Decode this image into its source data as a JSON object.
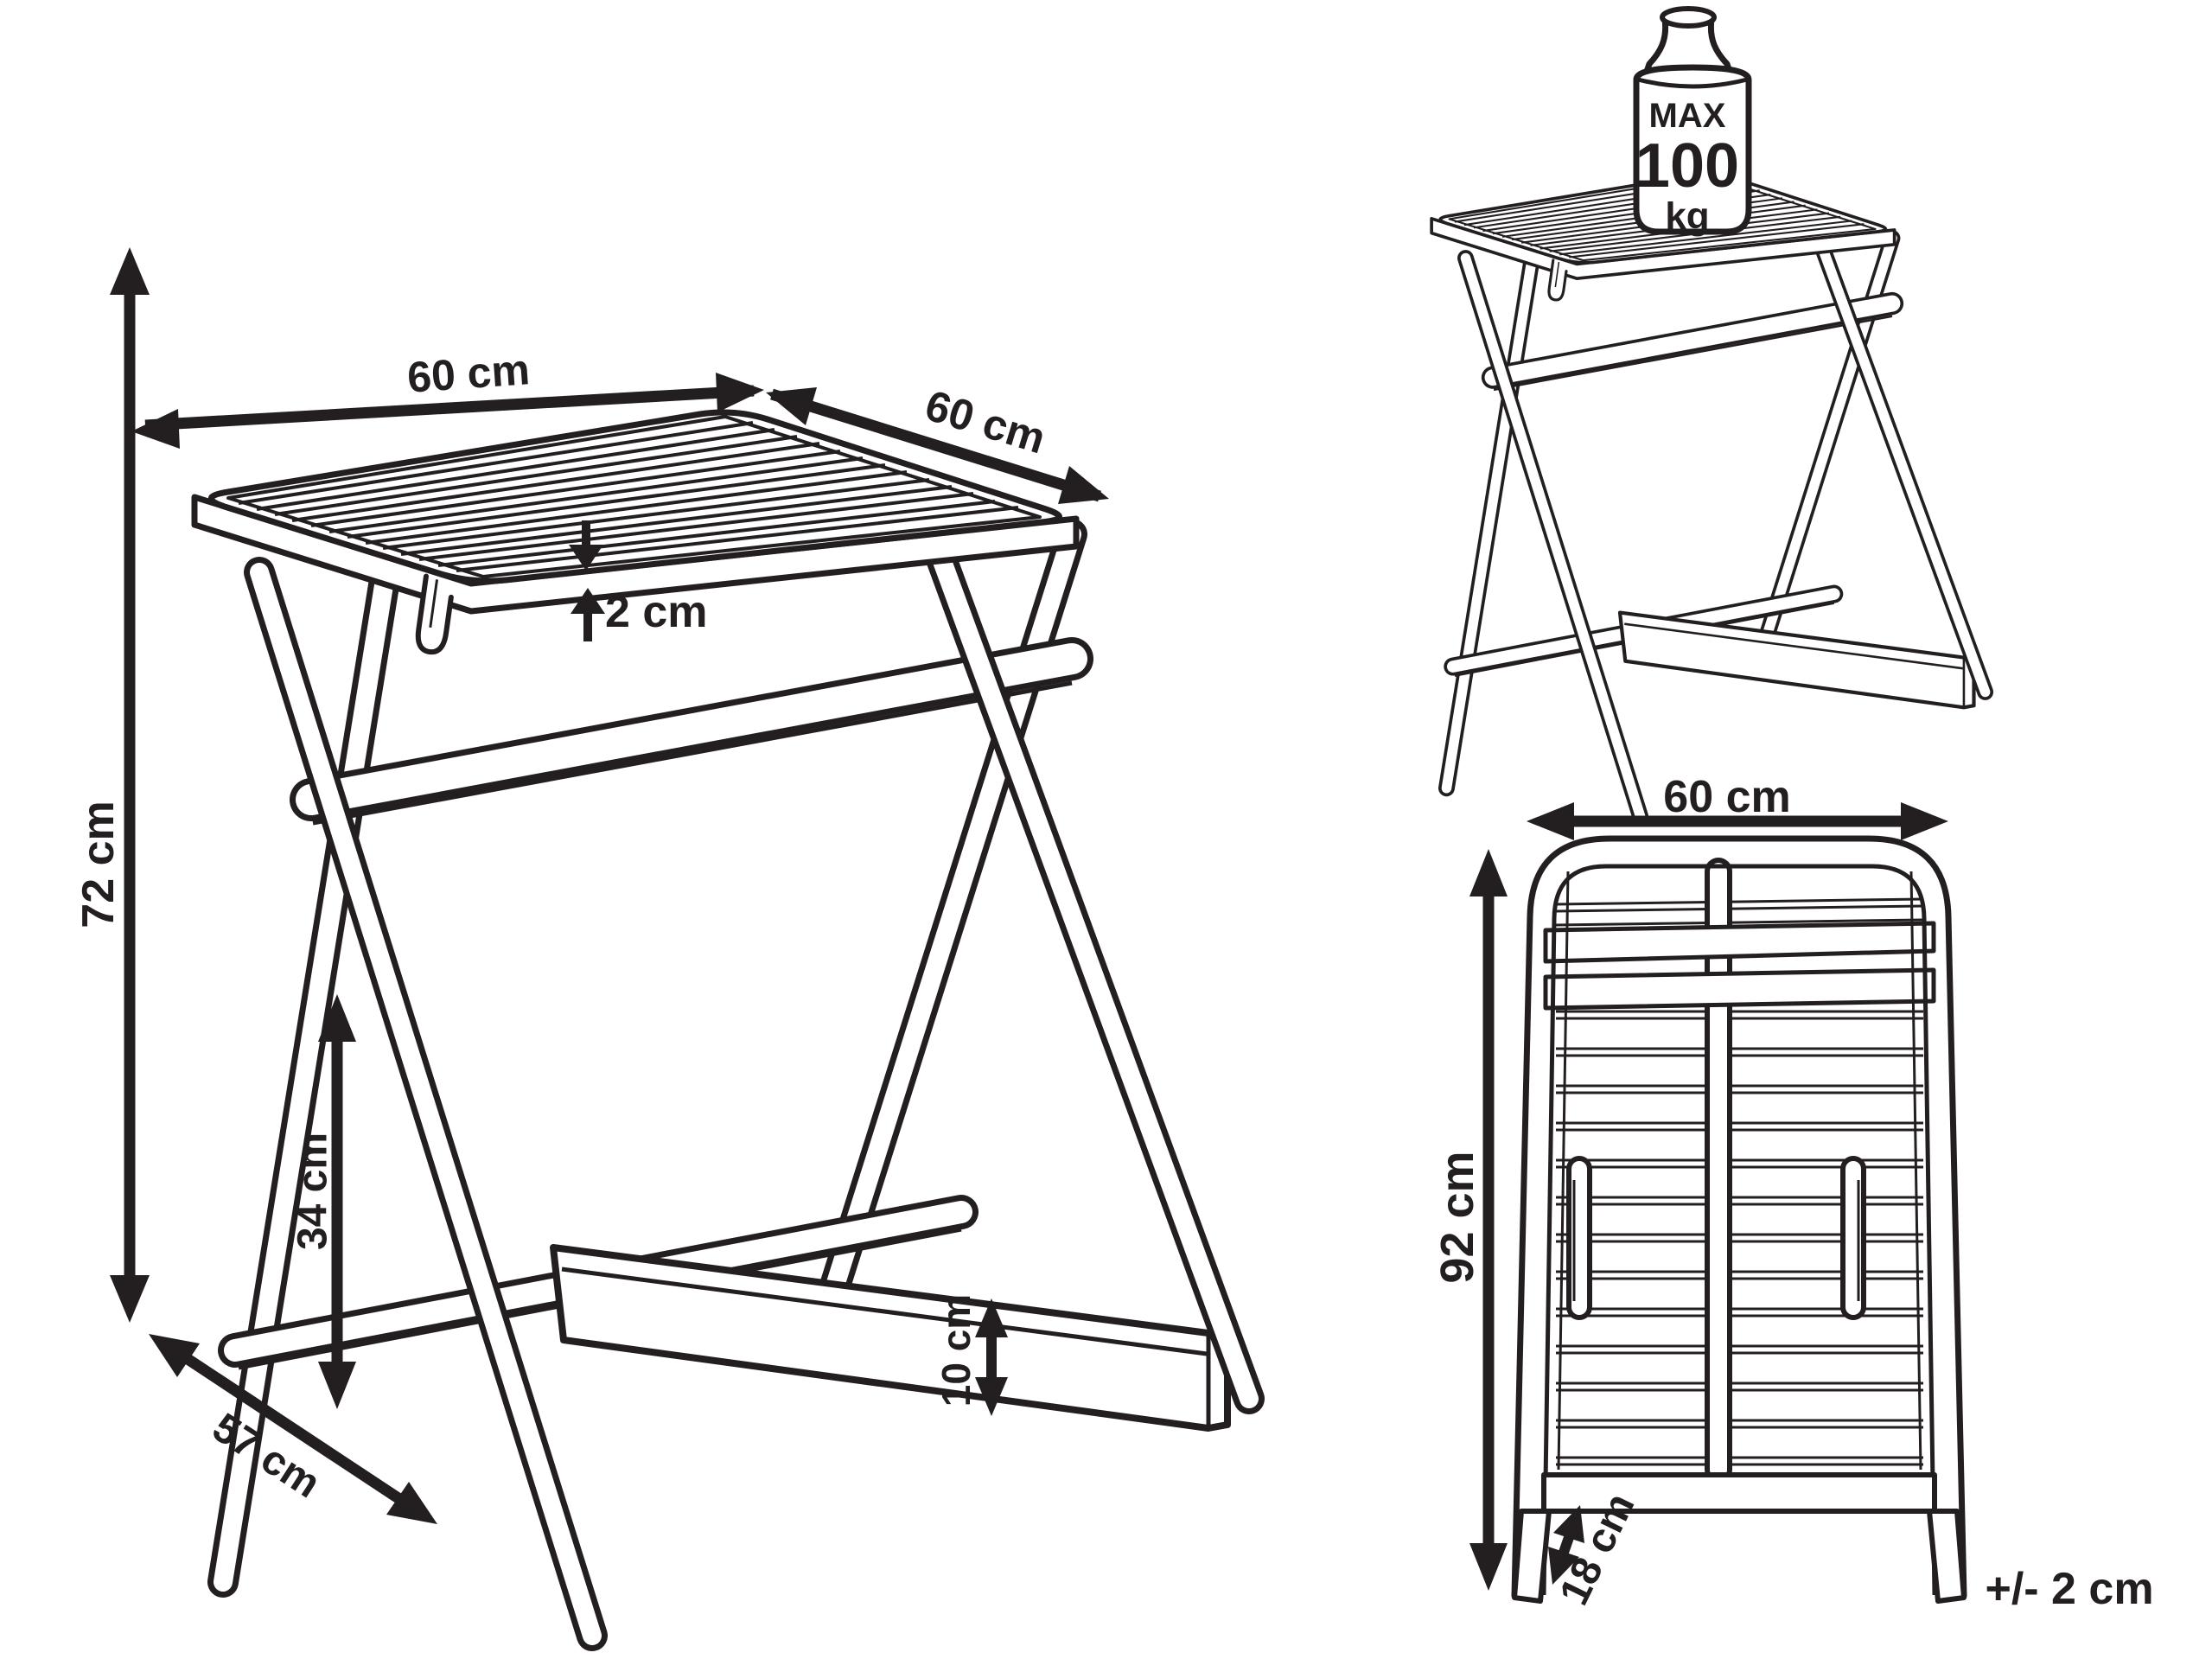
{
  "diagram": {
    "subject": "folding bistro table dimension drawing",
    "colors": {
      "line": "#231f20",
      "faded_line": "#b5b5b5",
      "background": "#ffffff"
    },
    "open_view": {
      "dims": {
        "top_width": "60 cm",
        "top_depth": "60 cm",
        "top_thickness": "2 cm",
        "height": "72 cm",
        "stretcher_height": "34 cm",
        "base_depth": "57 cm",
        "shelf_height": "10 cm"
      }
    },
    "load_view": {
      "weight_label": {
        "line1": "MAX",
        "line2": "100",
        "line3": "kg"
      }
    },
    "folded_view": {
      "dims": {
        "width": "60 cm",
        "height": "92 cm",
        "depth": "18 cm"
      }
    },
    "tolerance": "+/- 2 cm"
  }
}
